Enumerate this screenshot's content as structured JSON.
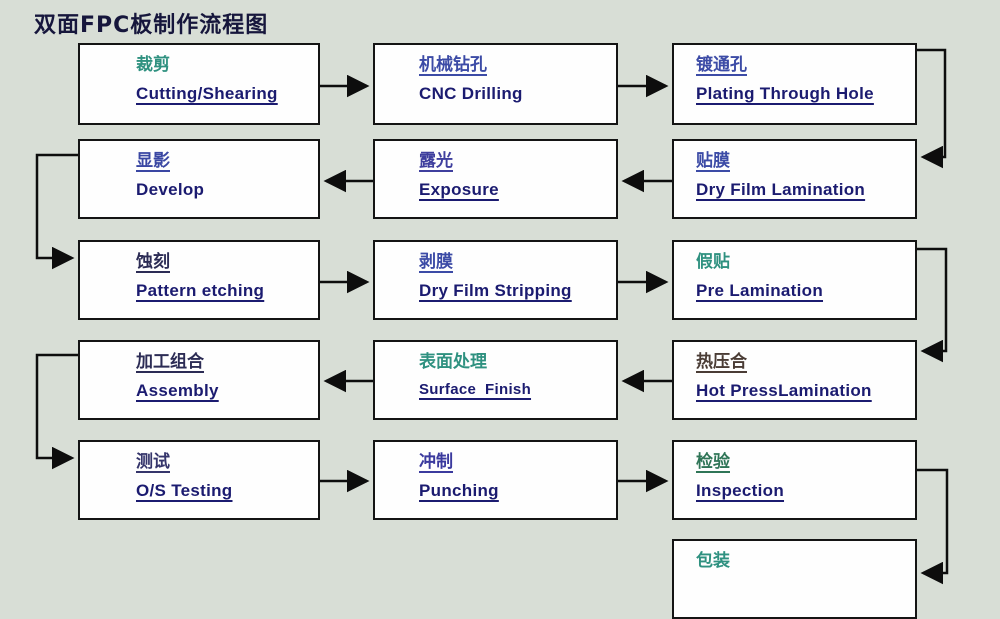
{
  "title": "双面FPC板制作流程图",
  "colors": {
    "background": "#d8ded6",
    "box_border": "#141414",
    "english_text": "#1b1b70",
    "title_text": "#16163c",
    "arrow": "#0d0d0d",
    "green": "#2f9180",
    "blue": "#3c4ba6",
    "dark_navy": "#2c2c55"
  },
  "boxes": [
    {
      "id": "cutting",
      "cn": "裁剪",
      "en": "Cutting/Shearing",
      "cn_color": "#2f9180",
      "cn_underline": false,
      "en_underline": true
    },
    {
      "id": "cnc-drilling",
      "cn": "机械钻孔",
      "en": "CNC Drilling",
      "cn_color": "#3c4ba6",
      "cn_underline": true,
      "en_underline": false
    },
    {
      "id": "pth",
      "cn": "镀通孔",
      "en": "Plating Through Hole",
      "cn_color": "#3c4ba6",
      "cn_underline": true,
      "en_underline": true
    },
    {
      "id": "develop",
      "cn": "显影",
      "en": "Develop",
      "cn_color": "#3a47a3",
      "cn_underline": true,
      "en_underline": false
    },
    {
      "id": "exposure",
      "cn": "露光",
      "en": "Exposure",
      "cn_color": "#3f3f9e",
      "cn_underline": true,
      "en_underline": true
    },
    {
      "id": "dry-film-lam",
      "cn": "贴膜",
      "en": "Dry Film Lamination",
      "cn_color": "#3c4ba6",
      "cn_underline": true,
      "en_underline": true
    },
    {
      "id": "etching",
      "cn": "蚀刻",
      "en": "Pattern etching",
      "cn_color": "#2c2c55",
      "cn_underline": true,
      "en_underline": true
    },
    {
      "id": "dry-film-strip",
      "cn": "剥膜",
      "en": "Dry Film Stripping",
      "cn_color": "#3c4ba6",
      "cn_underline": true,
      "en_underline": true
    },
    {
      "id": "pre-lamination",
      "cn": "假贴",
      "en": "Pre Lamination",
      "cn_color": "#2f9180",
      "cn_underline": false,
      "en_underline": true
    },
    {
      "id": "assembly",
      "cn": "加工组合",
      "en": "Assembly",
      "cn_color": "#2c2c55",
      "cn_underline": true,
      "en_underline": true
    },
    {
      "id": "surface-finish",
      "cn": "表面处理",
      "en": "Surface  Finish",
      "cn_color": "#2f9180",
      "cn_underline": false,
      "en_underline": true
    },
    {
      "id": "hot-press-lam",
      "cn": "热压合",
      "en": "Hot PressLamination",
      "cn_color": "#4a3c35",
      "cn_underline": true,
      "en_underline": true
    },
    {
      "id": "os-testing",
      "cn": "测试",
      "en": "O/S Testing",
      "cn_color": "#35356b",
      "cn_underline": true,
      "en_underline": true
    },
    {
      "id": "punching",
      "cn": "冲制",
      "en": "Punching",
      "cn_color": "#3b3a9e",
      "cn_underline": true,
      "en_underline": true
    },
    {
      "id": "inspection",
      "cn": "检验",
      "en": "Inspection",
      "cn_color": "#2f7557",
      "cn_underline": true,
      "en_underline": true
    },
    {
      "id": "packing",
      "cn": "包装",
      "en": "",
      "cn_color": "#2f9180",
      "cn_underline": false,
      "en_underline": false
    }
  ],
  "flow_order": [
    "cutting",
    "cnc-drilling",
    "pth",
    "dry-film-lam",
    "exposure",
    "develop",
    "etching",
    "dry-film-strip",
    "pre-lamination",
    "hot-press-lam",
    "surface-finish",
    "assembly",
    "os-testing",
    "punching",
    "inspection",
    "packing"
  ]
}
